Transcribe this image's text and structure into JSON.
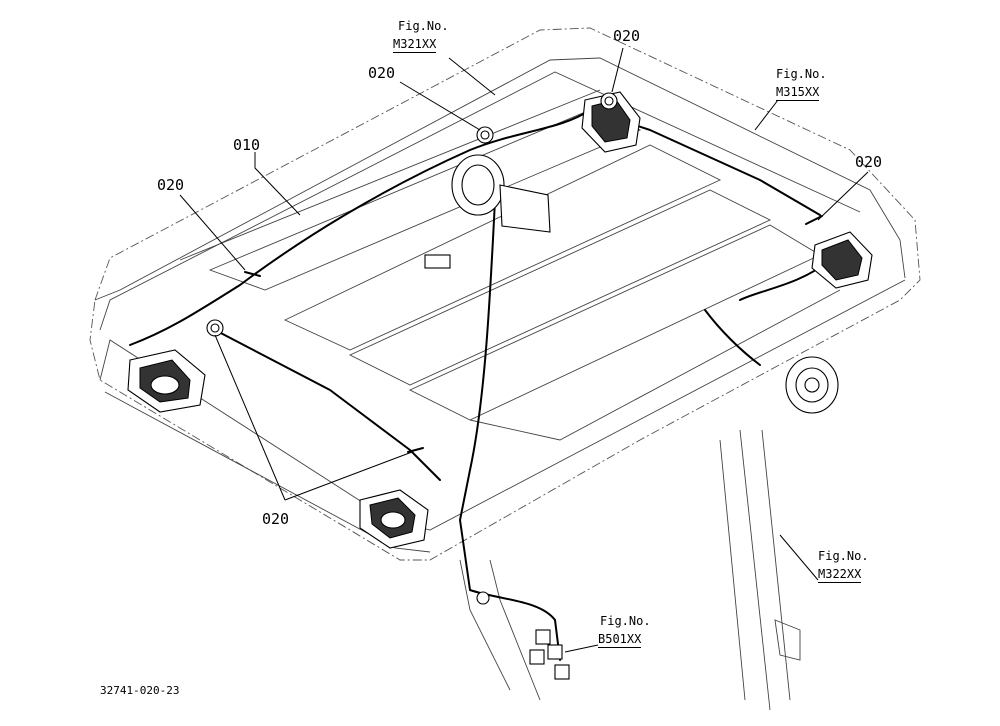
{
  "callouts": {
    "c010": "010",
    "c020_a": "020",
    "c020_b": "020",
    "c020_c": "020",
    "c020_d": "020",
    "c020_e": "020"
  },
  "figrefs": {
    "m321": {
      "label": "Fig.No.",
      "code": "M321XX"
    },
    "m315": {
      "label": "Fig.No.",
      "code": "M315XX"
    },
    "m322": {
      "label": "Fig.No.",
      "code": "M322XX"
    },
    "b501": {
      "label": "Fig.No.",
      "code": "B501XX"
    }
  },
  "drawing_number": "32741-020-23"
}
